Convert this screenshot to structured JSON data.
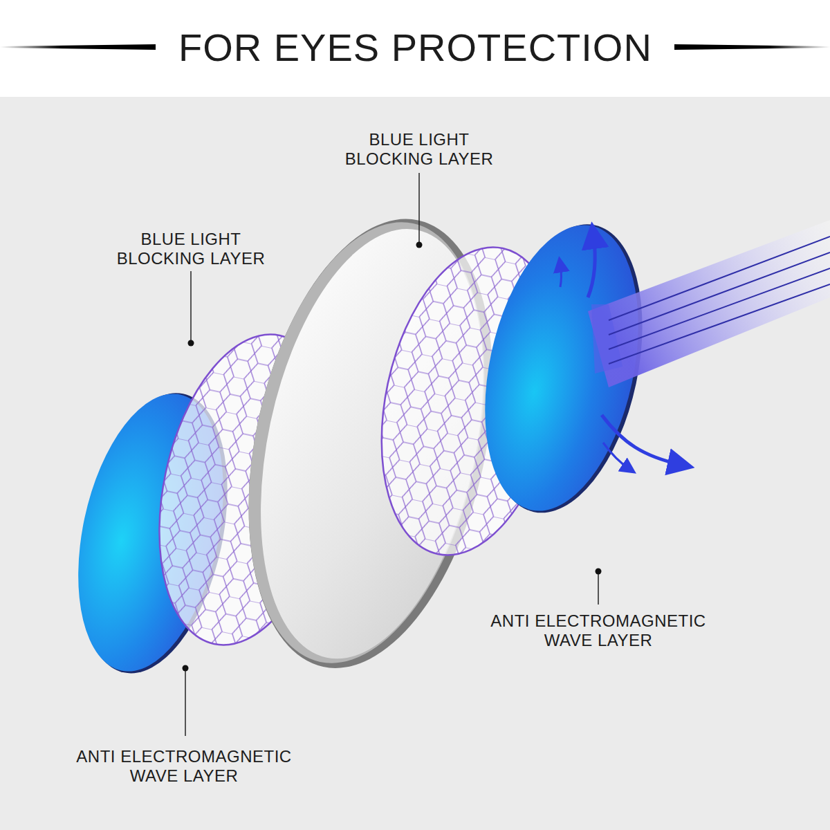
{
  "diagram": {
    "title": "FOR EYES PROTECTION",
    "labels": [
      "BLUE LIGHT BLOCKING LAYER",
      "BLUE LIGHT BLOCKING LAYER",
      "ANTI ELECTROMAGNETIC WAVE LAYER",
      "ANTI ELECTROMAGNETIC WAVE LAYER"
    ]
  }
}
